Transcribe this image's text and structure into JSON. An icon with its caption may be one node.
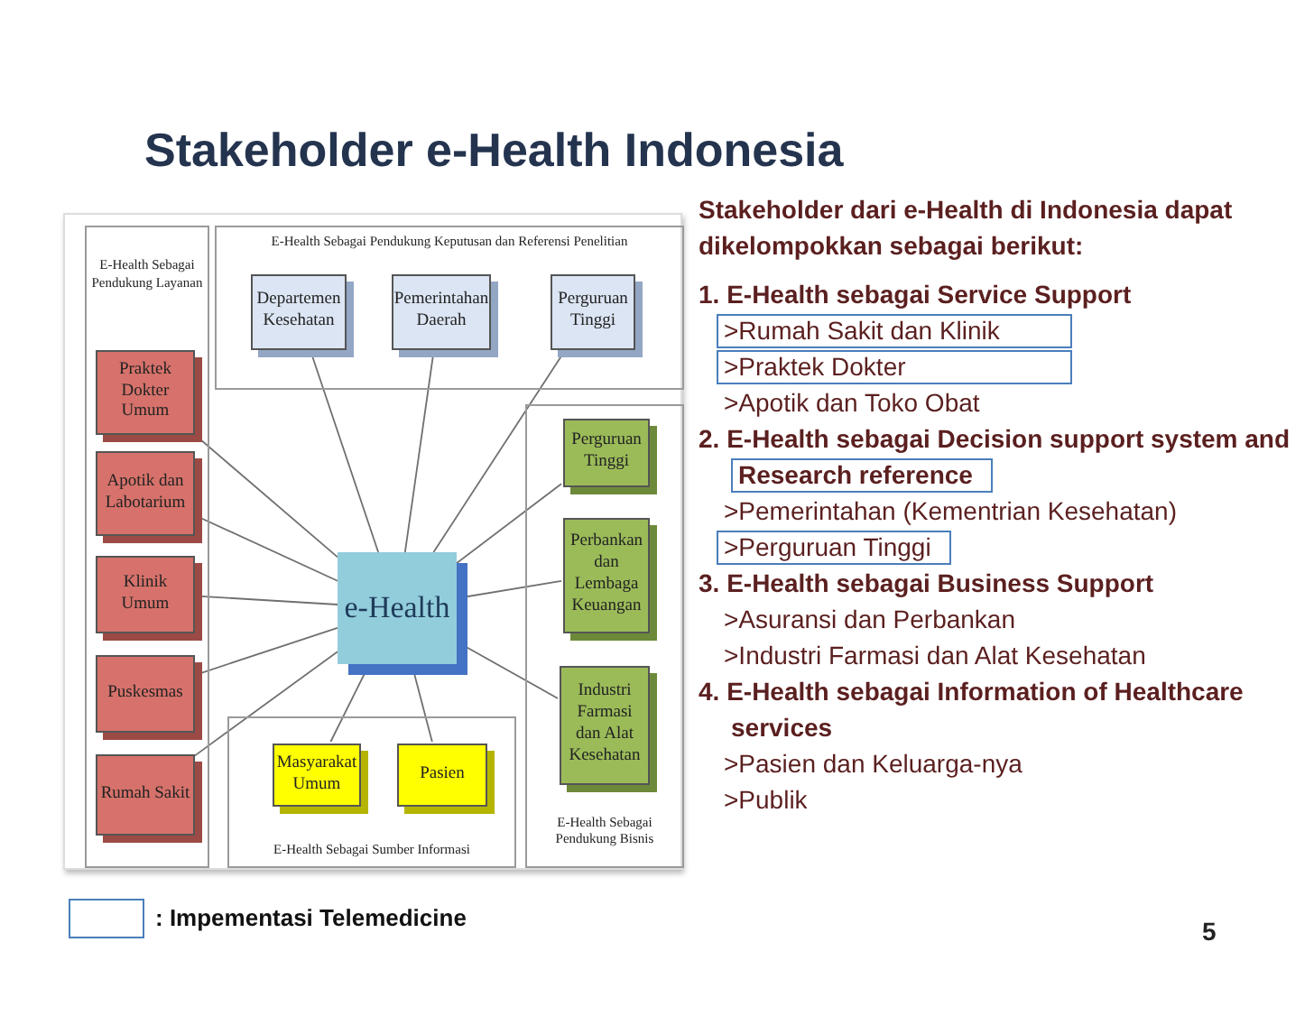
{
  "diagram": {
    "title": "Stakeholder e-Health Indonesia",
    "nodes": [
      {
        "text": [
          "E-Health Sebagai Pendukung Layanan"
        ]
      },
      {
        "text": [
          "Praktek Dokter Umum"
        ],
        "in": 0
      },
      {
        "text": [
          "Apotik dan Labotarium"
        ],
        "in": 0
      },
      {
        "text": [
          "Klinik Umum"
        ],
        "in": 0
      },
      {
        "text": [
          "Puskesmas"
        ],
        "in": 0
      },
      {
        "text": [
          "Rumah Sakit"
        ],
        "in": 0
      },
      {
        "text": [
          "E-Health Sebagai Pendukung Keputusan dan Referensi Penelitian"
        ]
      },
      {
        "text": [
          "Departemen Kesehatan"
        ],
        "in": 6
      },
      {
        "text": [
          "Pemerintahan Daerah"
        ],
        "in": 6
      },
      {
        "text": [
          "Perguruan Tinggi"
        ],
        "in": 6
      },
      {
        "text": [
          "e-Health"
        ]
      },
      {
        "text": [
          "E-Health Sebagai Pendukung Bisnis"
        ]
      },
      {
        "text": [
          "Perguruan Tinggi"
        ],
        "in": 11
      },
      {
        "text": [
          "Perbankan dan Lembaga Keuangan"
        ],
        "in": 11
      },
      {
        "text": [
          "Industri Farmasi dan Alat Kesehatan"
        ],
        "in": 11
      },
      {
        "text": [
          "E-Health Sebagai Sumber Informasi"
        ]
      },
      {
        "text": [
          "Masyarakat Umum"
        ],
        "in": 15
      },
      {
        "text": [
          "Pasien"
        ],
        "in": 15
      },
      {
        "text": [
          ">Rumah Sakit dan Klinik"
        ]
      },
      {
        "text": [
          ">Praktek Dokter"
        ]
      },
      {
        "text": [
          "Research reference"
        ]
      },
      {
        "text": [
          ">Perguruan Tinggi"
        ]
      }
    ],
    "edges": [
      {
        "from": 10,
        "to": 1,
        "arrow": "none"
      },
      {
        "from": 10,
        "to": 2,
        "arrow": "none"
      },
      {
        "from": 10,
        "to": 3,
        "arrow": "none"
      },
      {
        "from": 10,
        "to": 4,
        "arrow": "none"
      },
      {
        "from": 10,
        "to": 5,
        "arrow": "none"
      },
      {
        "from": 10,
        "to": 7,
        "arrow": "none"
      },
      {
        "from": 10,
        "to": 8,
        "arrow": "none"
      },
      {
        "from": 10,
        "to": 9,
        "arrow": "none"
      },
      {
        "from": 10,
        "to": 12,
        "arrow": "none"
      },
      {
        "from": 10,
        "to": 13,
        "arrow": "none"
      },
      {
        "from": 10,
        "to": 14,
        "arrow": "none"
      },
      {
        "from": 10,
        "to": 16,
        "arrow": "none"
      },
      {
        "from": 10,
        "to": 17,
        "arrow": "none"
      }
    ],
    "labels": [
      "Stakeholder dari e-Health di Indonesia dapat dikelompokkan sebagai berikut:",
      "1. E-Health sebagai Service Support",
      ">Apotik dan Toko Obat",
      "2. E-Health sebagai Decision support system and",
      ">Pemerintahan (Kementrian Kesehatan)",
      "3. E-Health sebagai Business Support",
      ">Asuransi dan Perbankan",
      ">Industri Farmasi dan Alat Kesehatan",
      "4. E-Health sebagai Information of Healthcare services",
      ">Pasien dan Keluarga-nya",
      ">Publik",
      "5"
    ],
    "legend": [
      {
        "text": ": Impementasi Telemedicine"
      }
    ]
  }
}
